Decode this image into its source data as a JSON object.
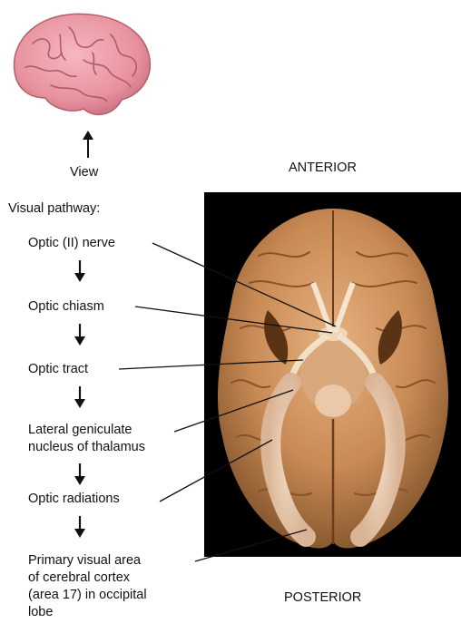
{
  "view_label": "View",
  "orientation": {
    "anterior": "ANTERIOR",
    "posterior": "POSTERIOR"
  },
  "pathway": {
    "heading": "Visual pathway:",
    "steps": [
      {
        "label": "Optic (II) nerve"
      },
      {
        "label": "Optic chiasm"
      },
      {
        "label": "Optic tract"
      },
      {
        "label_line1": "Lateral geniculate",
        "label_line2": "nucleus of thalamus"
      },
      {
        "label": "Optic radiations"
      },
      {
        "label_line1": "Primary visual area",
        "label_line2": "of cerebral cortex",
        "label_line3": "(area 17) in occipital",
        "label_line4": "lobe"
      }
    ]
  },
  "colors": {
    "photo_background": "#000000",
    "brain_surface": "#c98a55",
    "brain_thumbnail": "#e8929e",
    "leader_line": "#111111"
  }
}
